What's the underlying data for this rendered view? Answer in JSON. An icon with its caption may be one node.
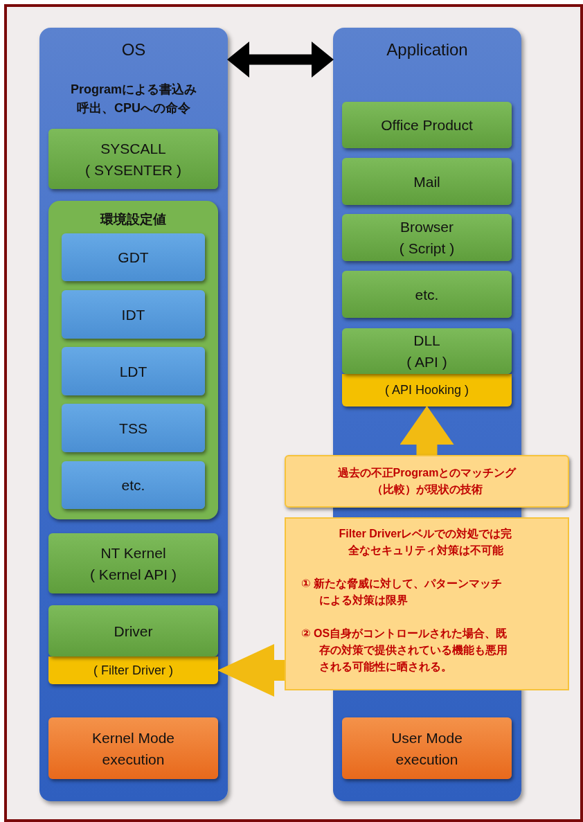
{
  "diagram": {
    "nodes": [
      {
        "text": [
          "OS",
          "Programによる書込み呼出、CPUへの命令"
        ]
      },
      {
        "text": [
          "SYSCALL ( SYSENTER )"
        ],
        "in": 0
      },
      {
        "text": [
          "環境設定値"
        ],
        "in": 0
      },
      {
        "text": [
          "GDT"
        ],
        "in": 2
      },
      {
        "text": [
          "IDT"
        ],
        "in": 2
      },
      {
        "text": [
          "LDT"
        ],
        "in": 2
      },
      {
        "text": [
          "TSS"
        ],
        "in": 2
      },
      {
        "text": [
          "etc."
        ],
        "in": 2
      },
      {
        "text": [
          "NT Kernel ( Kernel API )"
        ],
        "in": 0
      },
      {
        "text": [
          "Driver"
        ],
        "in": 0
      },
      {
        "text": [
          "( Filter Driver )"
        ],
        "in": 0
      },
      {
        "text": [
          "Kernel Mode execution"
        ],
        "in": 0
      },
      {
        "text": [
          "Application"
        ]
      },
      {
        "text": [
          "Office Product"
        ],
        "in": 12
      },
      {
        "text": [
          "Mail"
        ],
        "in": 12
      },
      {
        "text": [
          "Browser ( Script )"
        ],
        "in": 12
      },
      {
        "text": [
          "etc."
        ],
        "in": 12
      },
      {
        "text": [
          "DLL ( API )"
        ],
        "in": 12
      },
      {
        "text": [
          "( API Hooking )"
        ],
        "in": 12
      },
      {
        "text": [
          "User Mode execution"
        ],
        "in": 12
      },
      {
        "text": [
          "過去の不正Programとのマッチング（比較）が現状の技術"
        ]
      },
      {
        "text": [
          "Filter Driverレベルでの対処では完全なセキュリティ対策は不可能",
          "① 新たな脅威に対して、パターンマッチによる対策は限界",
          "② OS自身がコントロールされた場合、既存の対策で提供されている機能も悪用される可能性に晒される。"
        ]
      }
    ],
    "edges": [
      {
        "from": 0,
        "to": 12,
        "arrow": "both",
        "color": "#000000"
      },
      {
        "from": 20,
        "to": 18,
        "arrow": "to"
      },
      {
        "from": 21,
        "to": 10,
        "arrow": "to"
      }
    ]
  }
}
